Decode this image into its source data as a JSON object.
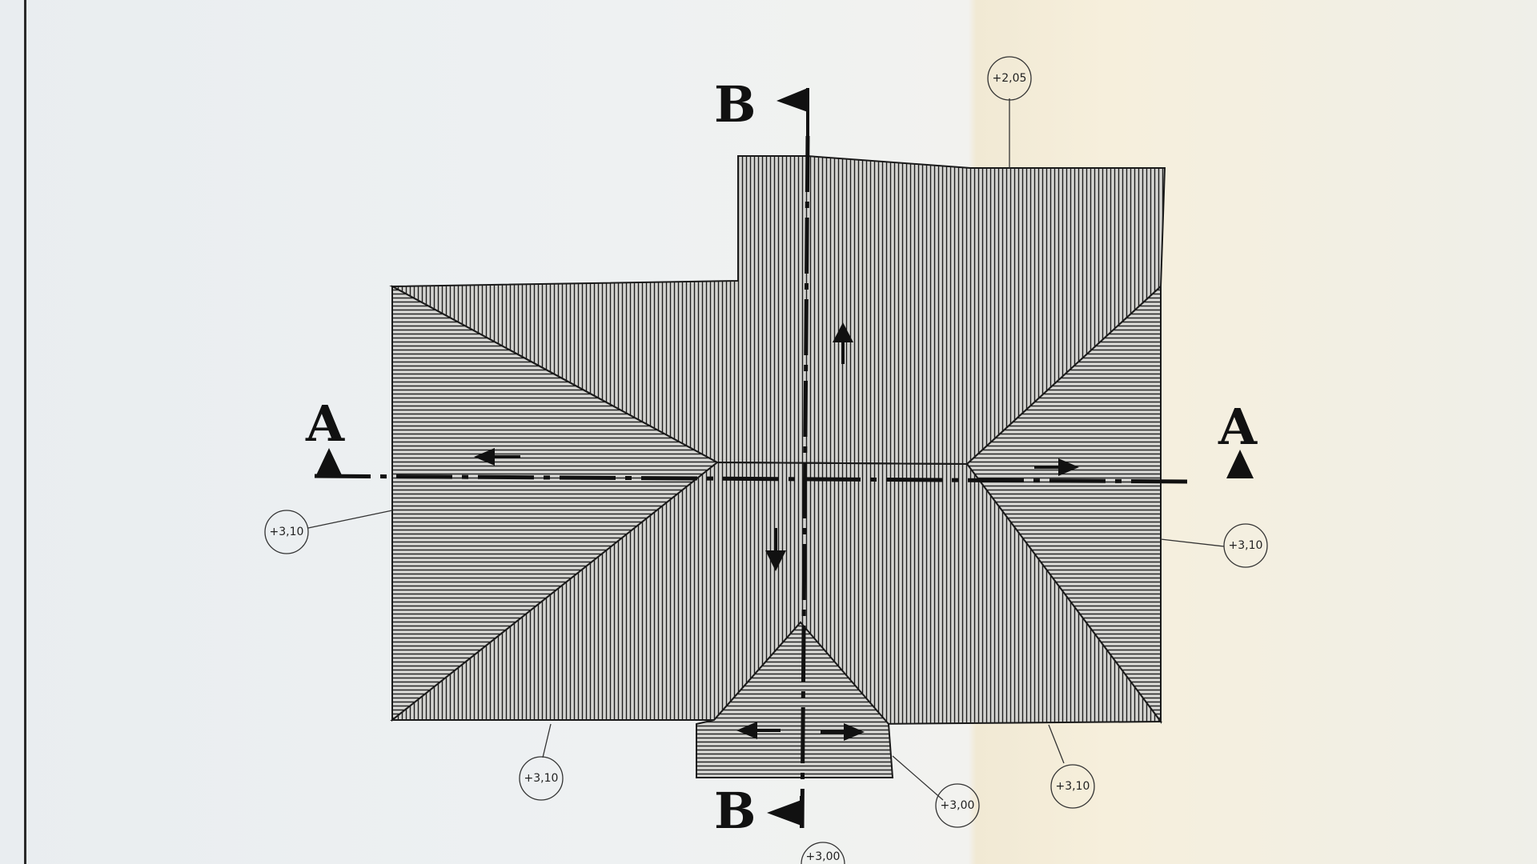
{
  "section_labels": {
    "a_left": "A",
    "a_right": "A",
    "b_top": "B",
    "b_bottom": "B"
  },
  "elevations": {
    "top_right": "+2,05",
    "left": "+3,10",
    "right": "+3,10",
    "bottom_left": "+3,10",
    "bottom_right": "+3,10",
    "porch": "+3,00",
    "bottom_center": "+3,00"
  },
  "colors": {
    "ink": "#1a1a1a",
    "roof_fill": "#d3d3d0",
    "paper": "#eef1f2",
    "crease": "#f3ead3"
  }
}
